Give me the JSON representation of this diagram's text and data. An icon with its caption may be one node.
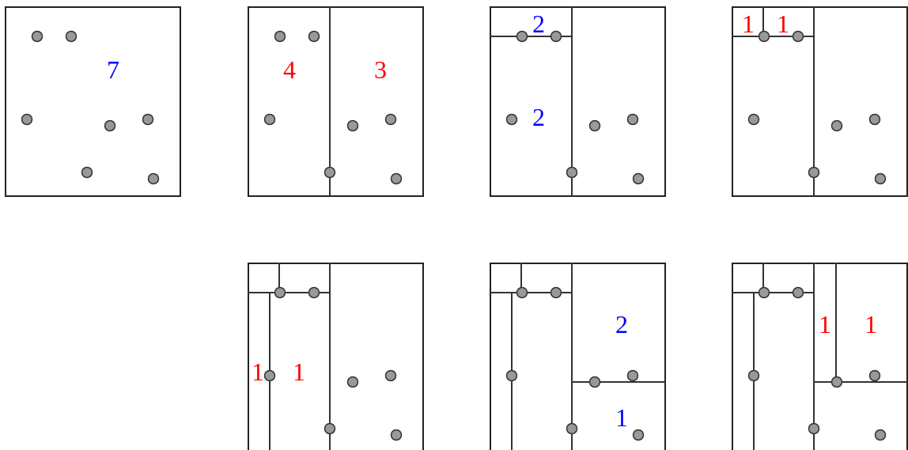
{
  "diagram": {
    "labels": [
      "7",
      "4",
      "3",
      "2",
      "2",
      "1",
      "1",
      "1",
      "1",
      "2",
      "1",
      "1",
      "1"
    ]
  }
}
